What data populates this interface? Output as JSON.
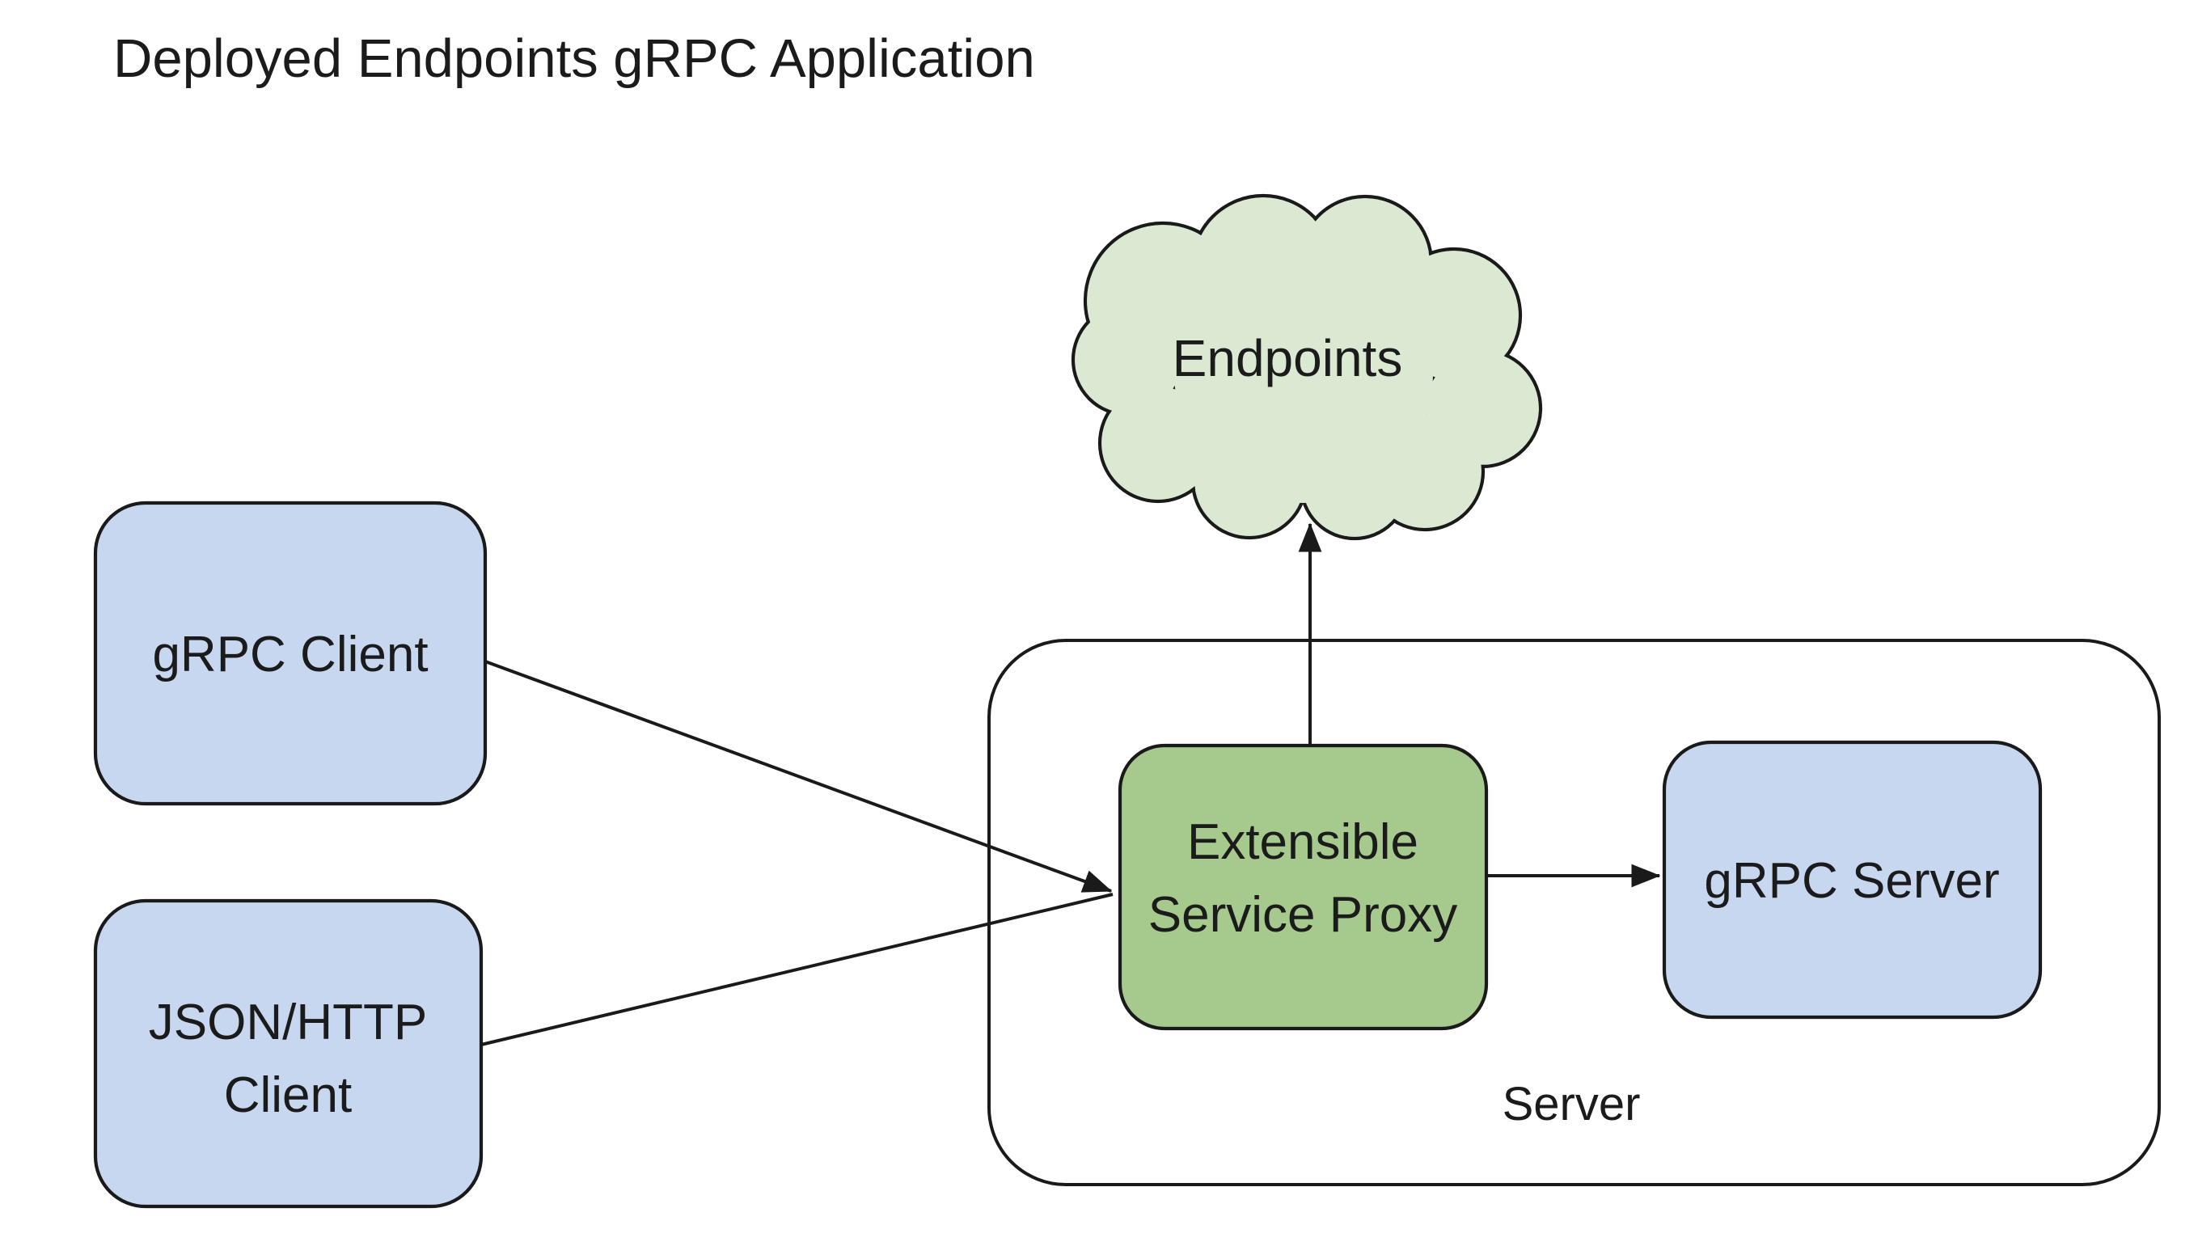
{
  "title": "Deployed Endpoints gRPC Application",
  "diagram": {
    "cloud": {
      "label": "Endpoints",
      "fill": "#dbe8d2"
    },
    "nodes": {
      "grpc_client": {
        "label": "gRPC Client",
        "fill": "#c8d7f0"
      },
      "json_http_client": {
        "label_line1": "JSON/HTTP",
        "label_line2": "Client",
        "fill": "#c8d7f0"
      },
      "esp": {
        "label_line1": "Extensible",
        "label_line2": "Service Proxy",
        "fill": "#a6ca8e"
      },
      "grpc_server": {
        "label": "gRPC Server",
        "fill": "#c8d7f0"
      },
      "server_group": {
        "label": "Server",
        "fill": "#ffffff"
      }
    },
    "edges": [
      {
        "from": "gRPC Client",
        "to": "Extensible Service Proxy",
        "arrow": true
      },
      {
        "from": "JSON/HTTP Client",
        "to": "Extensible Service Proxy",
        "arrow": true
      },
      {
        "from": "Extensible Service Proxy",
        "to": "Endpoints",
        "arrow": true
      },
      {
        "from": "Extensible Service Proxy",
        "to": "gRPC Server",
        "arrow": true
      }
    ],
    "colors": {
      "border": "#1a1a1a",
      "background": "#ffffff"
    }
  }
}
